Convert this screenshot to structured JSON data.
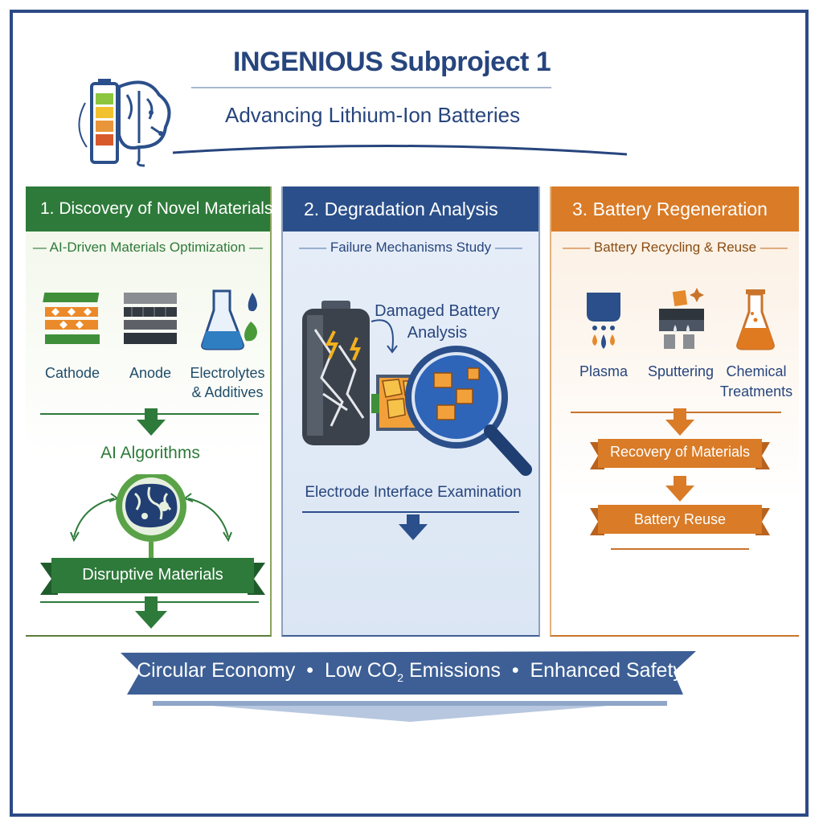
{
  "header": {
    "title": "INGENIOUS Subproject 1",
    "subtitle": "Advancing Lithium-Ion Batteries"
  },
  "colors": {
    "blue": "#2b4f8a",
    "green": "#2e7a3a",
    "orange": "#d97b27"
  },
  "panels": [
    {
      "heading": "1. Discovery of Novel Materials",
      "subheading": "AI-Driven Materials Optimization",
      "items": [
        "Cathode",
        "Anode",
        "Electrolytes\n& Additives"
      ],
      "step": "AI Algorithms",
      "result": "Disruptive Materials"
    },
    {
      "heading": "2. Degradation Analysis",
      "subheading": "Failure Mechanisms Study",
      "callout": "Damaged Battery\nAnalysis",
      "step": "Electrode Interface Examination"
    },
    {
      "heading": "3. Battery Regeneration",
      "subheading": "Battery Recycling & Reuse",
      "items": [
        "Plasma",
        "Sputtering",
        "Chemical\nTreatments"
      ],
      "step1": "Recovery of Materials",
      "step2": "Battery Reuse"
    }
  ],
  "footer": {
    "part1": "Circular Economy",
    "part2": "Low CO",
    "sub": "2",
    "part3": " Emissions",
    "part4": "Enhanced Safety"
  }
}
